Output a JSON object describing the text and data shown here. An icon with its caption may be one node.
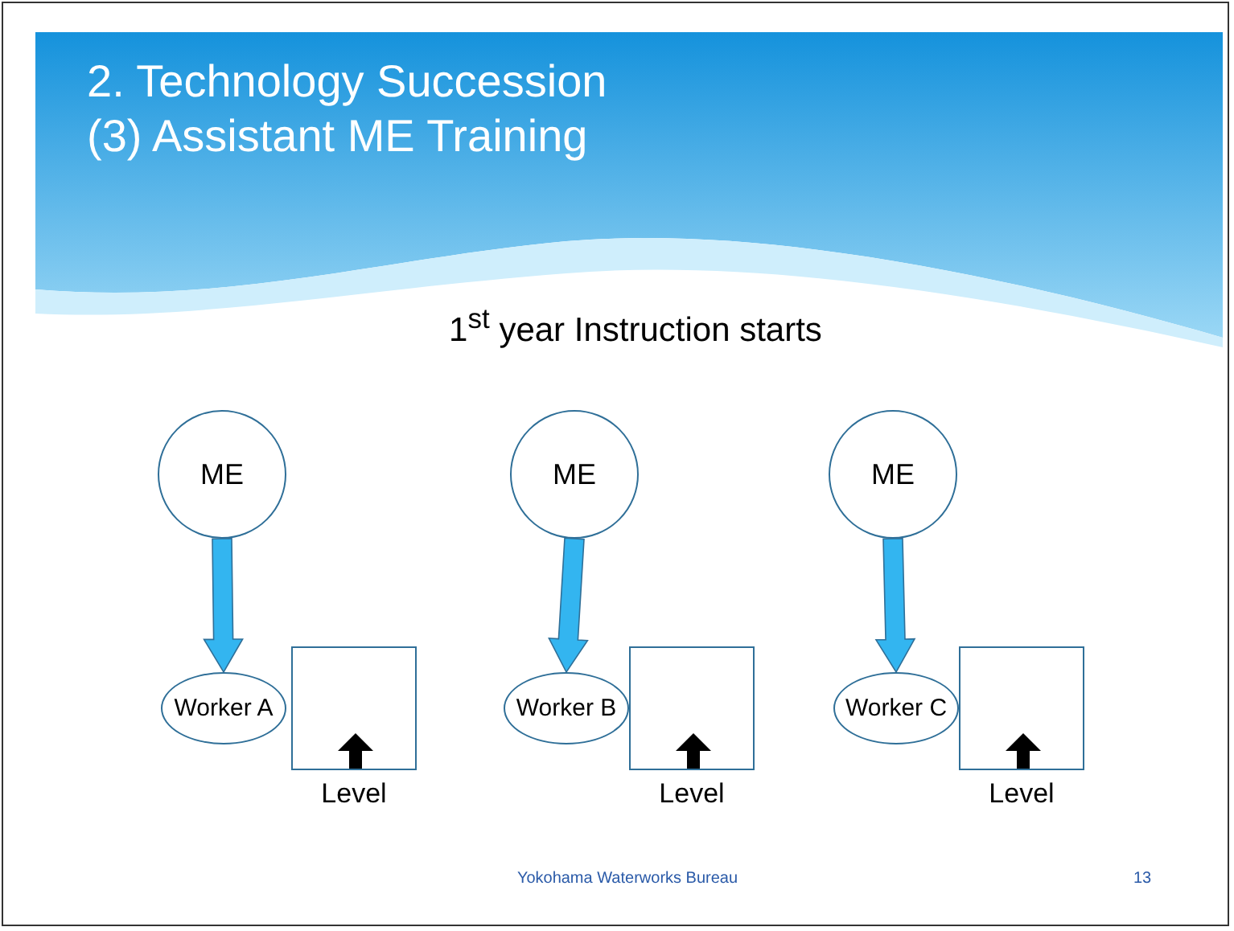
{
  "diagram": {
    "title": "2. Technology Succession (3) Assistant ME Training",
    "nodes": [
      {
        "text": [
          "ME"
        ]
      },
      {
        "text": [
          "ME"
        ]
      },
      {
        "text": [
          "ME"
        ]
      },
      {
        "text": [
          "Worker A"
        ]
      },
      {
        "text": [],
        "shape": "box",
        "beside": [
          "Level"
        ]
      },
      {
        "text": [
          "Worker B"
        ]
      },
      {
        "text": [],
        "shape": "box",
        "beside": [
          "Level"
        ]
      },
      {
        "text": [
          "Worker C"
        ]
      },
      {
        "text": [],
        "shape": "box",
        "beside": [
          "Level"
        ]
      }
    ],
    "edges": [
      {
        "from": 0,
        "to": 3,
        "arrow": "to",
        "style": "thick",
        "color": "#33b5f0"
      },
      {
        "from": 1,
        "to": 5,
        "arrow": "to",
        "style": "thick",
        "color": "#33b5f0"
      },
      {
        "from": 2,
        "to": 7,
        "arrow": "to",
        "style": "thick",
        "color": "#33b5f0"
      }
    ],
    "labels": [
      "1$^{st}$ year Instruction starts",
      "Yokohama Waterworks Bureau",
      "13"
    ]
  }
}
